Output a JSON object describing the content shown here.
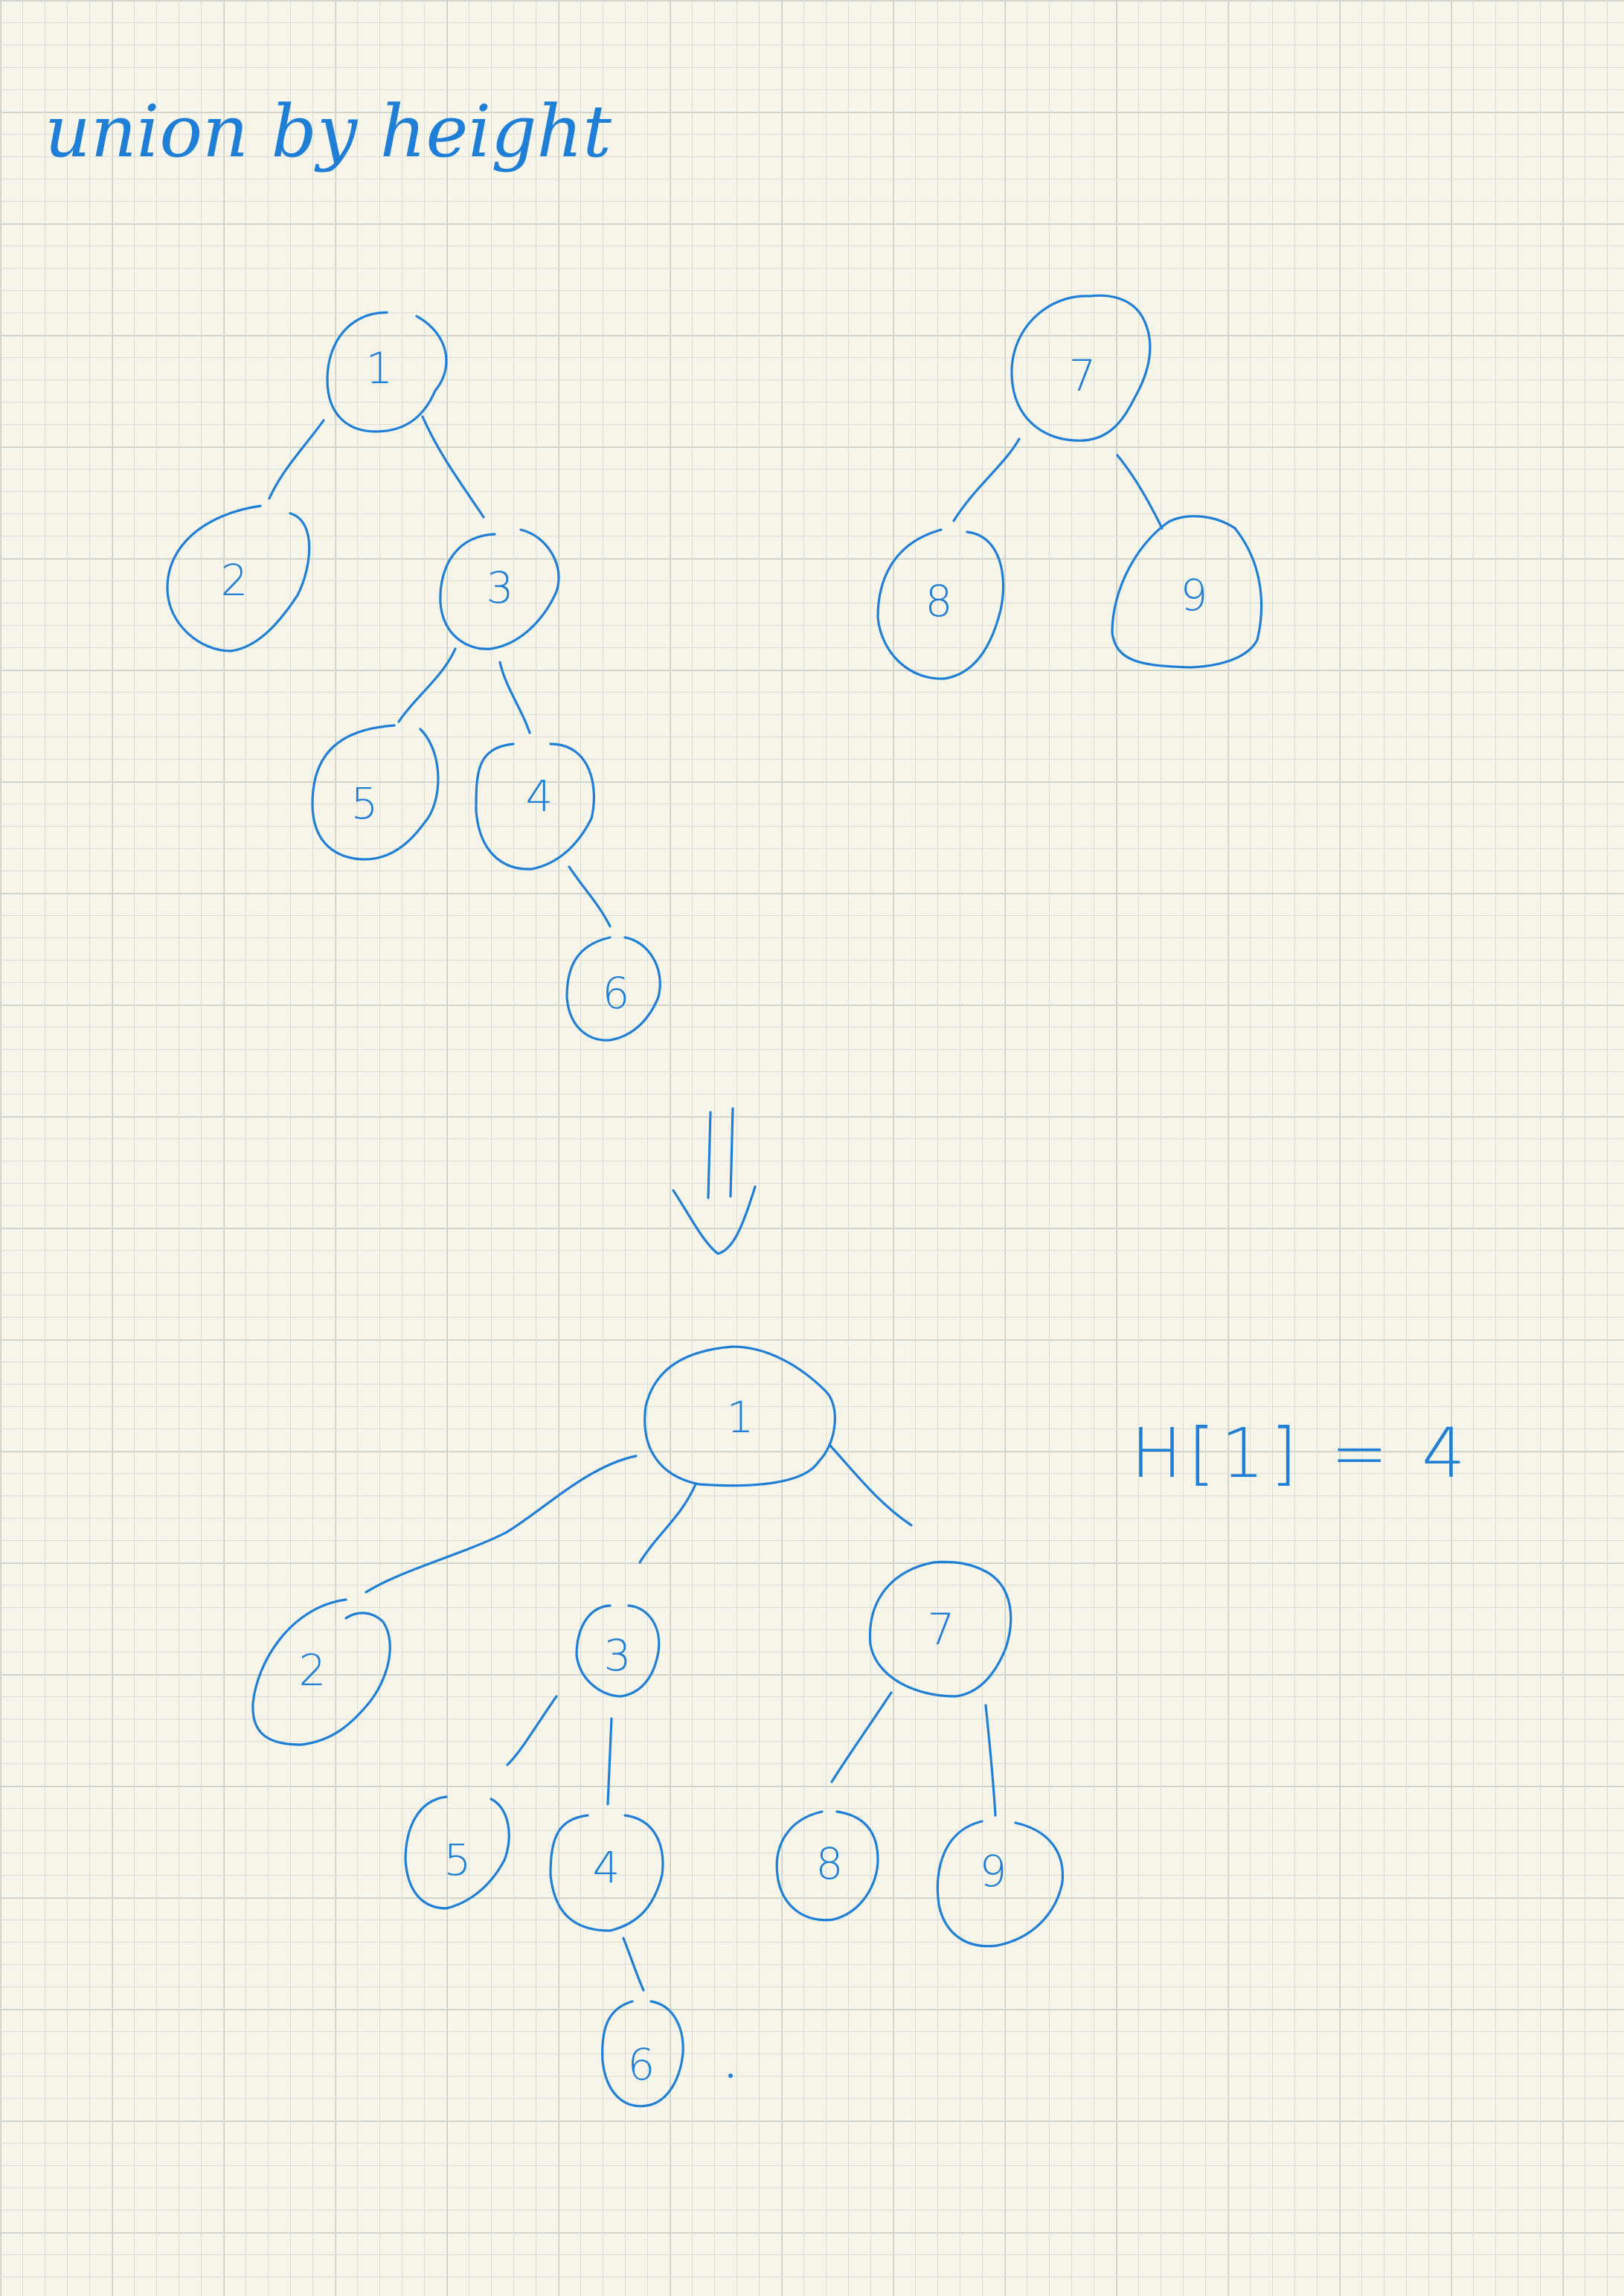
{
  "title": "union by height",
  "equation": "H[1] = 4",
  "ink_color": "#1f7fd6",
  "paper_color": "#f7f5ea",
  "before": {
    "tree_a": {
      "nodes": [
        "1",
        "2",
        "3",
        "5",
        "4",
        "6"
      ],
      "edges": [
        [
          "1",
          "2"
        ],
        [
          "1",
          "3"
        ],
        [
          "3",
          "5"
        ],
        [
          "3",
          "4"
        ],
        [
          "4",
          "6"
        ]
      ]
    },
    "tree_b": {
      "nodes": [
        "7",
        "8",
        "9"
      ],
      "edges": [
        [
          "7",
          "8"
        ],
        [
          "7",
          "9"
        ]
      ]
    }
  },
  "arrow": "down-arrow",
  "after": {
    "tree": {
      "nodes": [
        "1",
        "2",
        "3",
        "7",
        "5",
        "4",
        "8",
        "9",
        "6"
      ],
      "edges": [
        [
          "1",
          "2"
        ],
        [
          "1",
          "3"
        ],
        [
          "1",
          "7"
        ],
        [
          "3",
          "5"
        ],
        [
          "3",
          "4"
        ],
        [
          "4",
          "6"
        ],
        [
          "7",
          "8"
        ],
        [
          "7",
          "9"
        ]
      ]
    }
  }
}
